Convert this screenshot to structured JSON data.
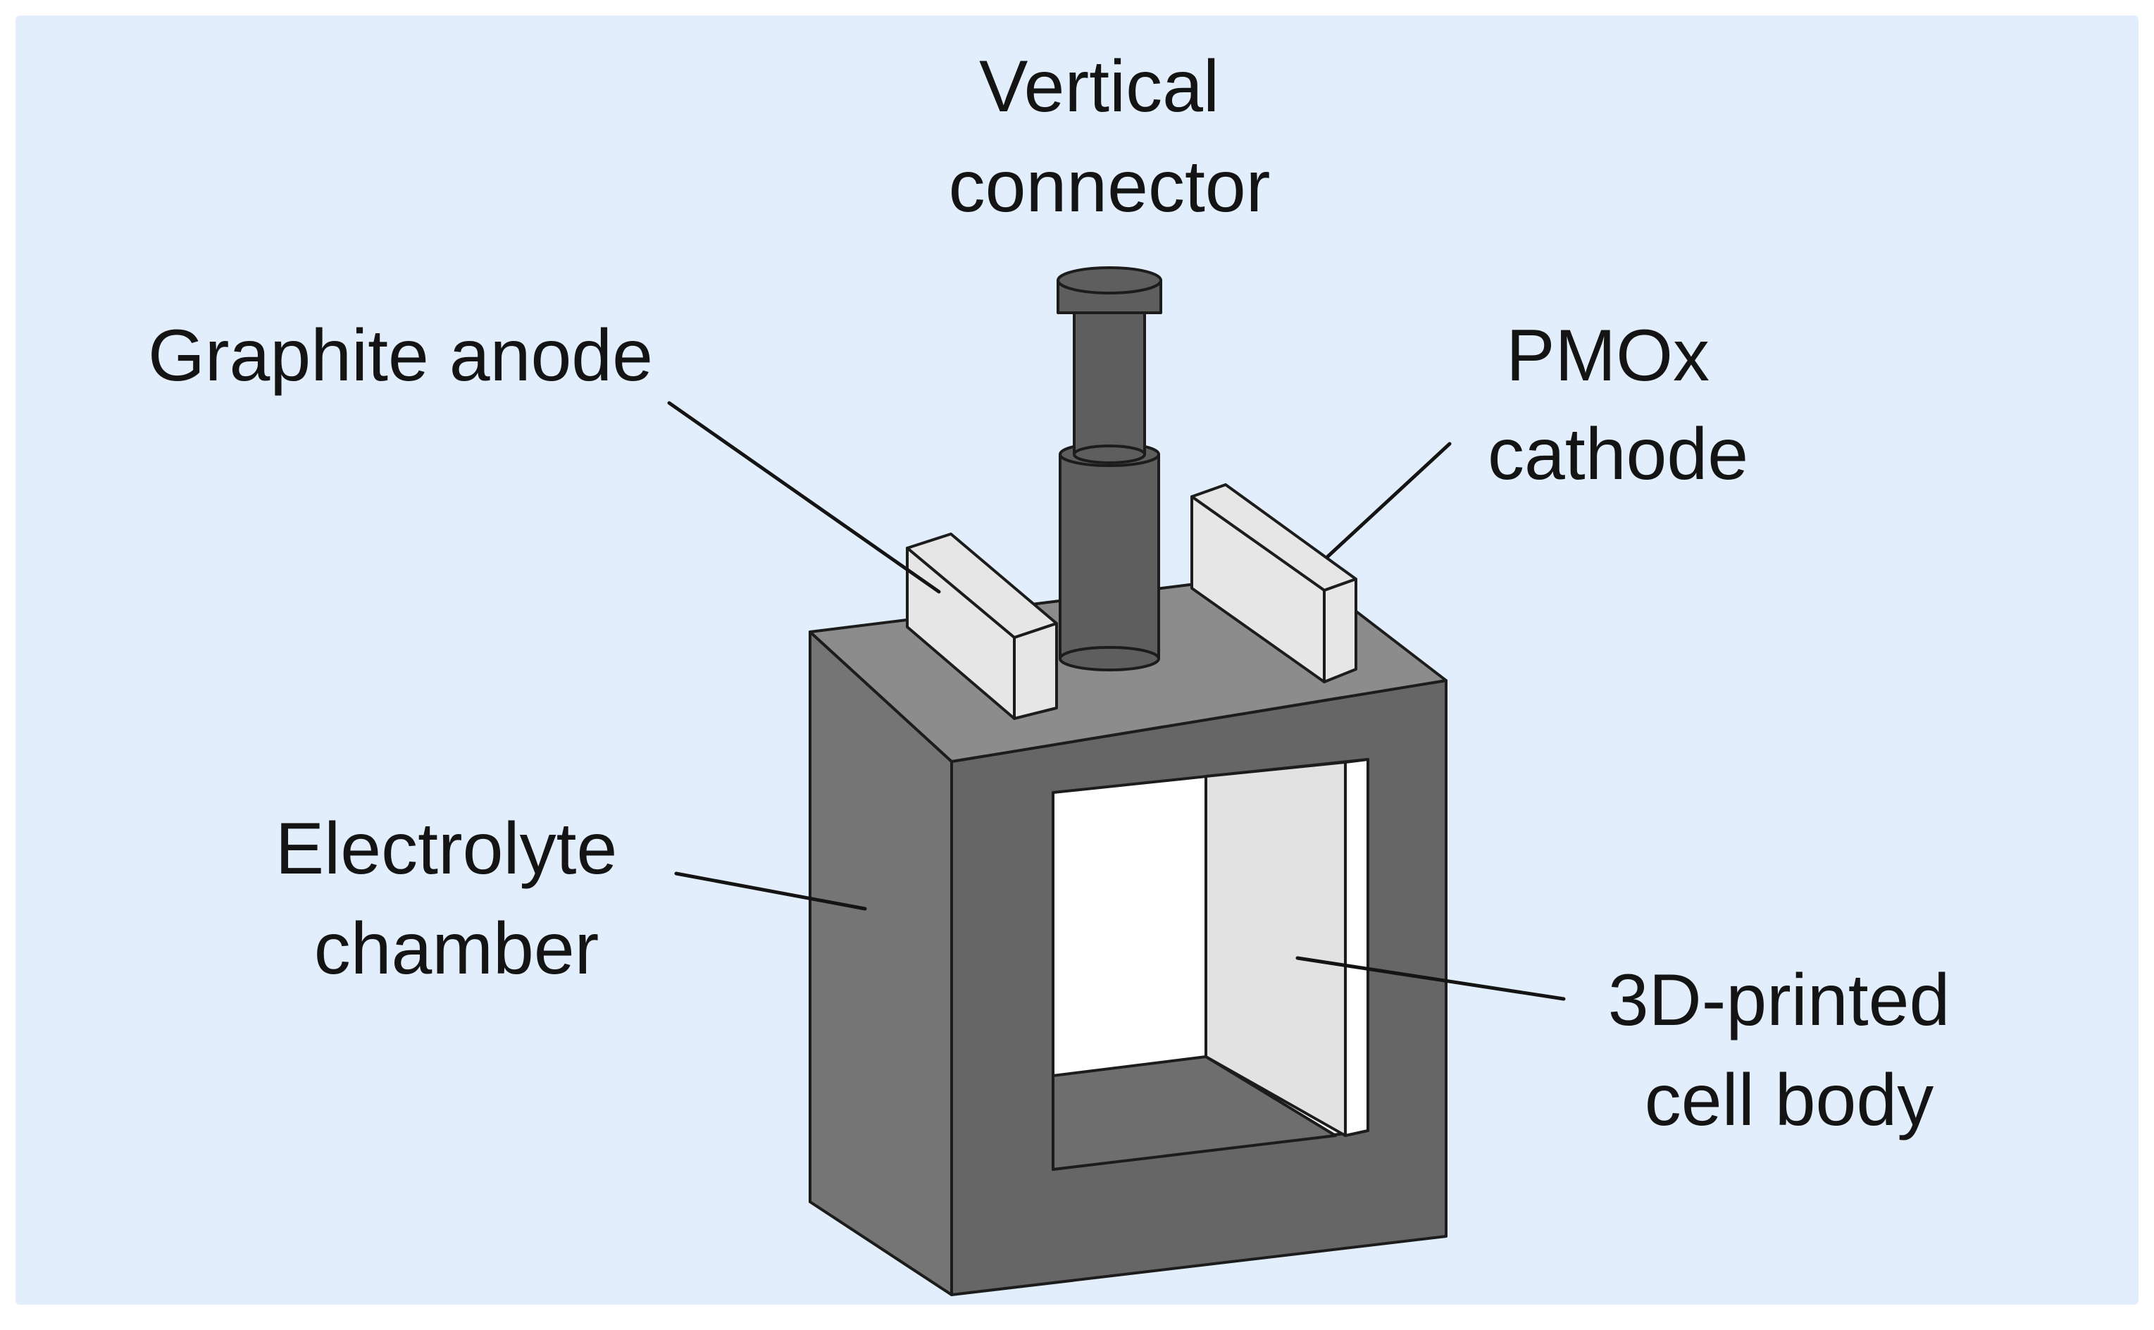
{
  "colors": {
    "background": "#e2eefb",
    "body_front": "#757575",
    "body_side": "#666666",
    "body_top": "#8c8c8c",
    "interior_floor": "#6e6e6e",
    "window": "#ffffff",
    "back_plate": "#e2e2e2",
    "electrode": "#e6e6e6",
    "connector": "#5e5e5e",
    "outline": "#1c1c1c",
    "text": "#141414"
  },
  "labels": {
    "vertical_connector": [
      "Vertical",
      "connector"
    ],
    "graphite_anode": [
      "Graphite anode"
    ],
    "pmox_cathode": [
      "PMOx",
      "cathode"
    ],
    "electrolyte_chamber": [
      "Electrolyte",
      "chamber"
    ],
    "printed_cell_body": [
      "3D-printed",
      "cell body"
    ]
  }
}
